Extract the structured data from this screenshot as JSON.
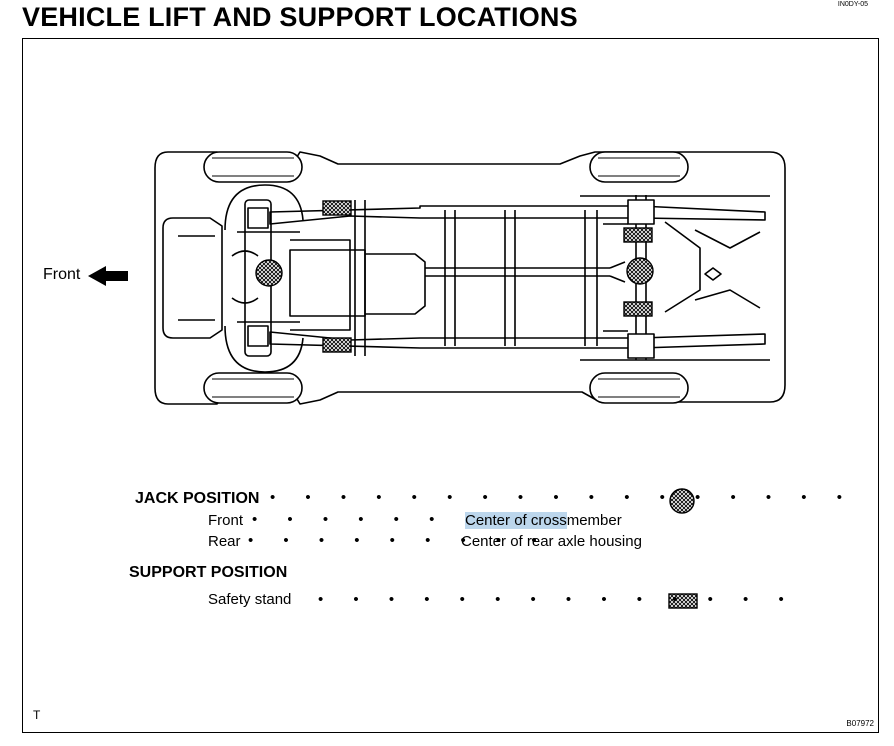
{
  "page": {
    "title": "VEHICLE LIFT AND SUPPORT LOCATIONS",
    "doc_code": "IN0DY-05",
    "corner_mark": "T",
    "figure_code": "B07972"
  },
  "diagram": {
    "front_label": "Front"
  },
  "legend": {
    "jack_heading": "JACK POSITION",
    "jack_rows": [
      {
        "label": "Front",
        "desc_highlighted": "Center of cross",
        "desc_rest": "member"
      },
      {
        "label": "Rear",
        "desc": "Center of rear axle housing"
      }
    ],
    "support_heading": "SUPPORT POSITION",
    "support_rows": [
      {
        "label": "Safety stand"
      }
    ]
  }
}
